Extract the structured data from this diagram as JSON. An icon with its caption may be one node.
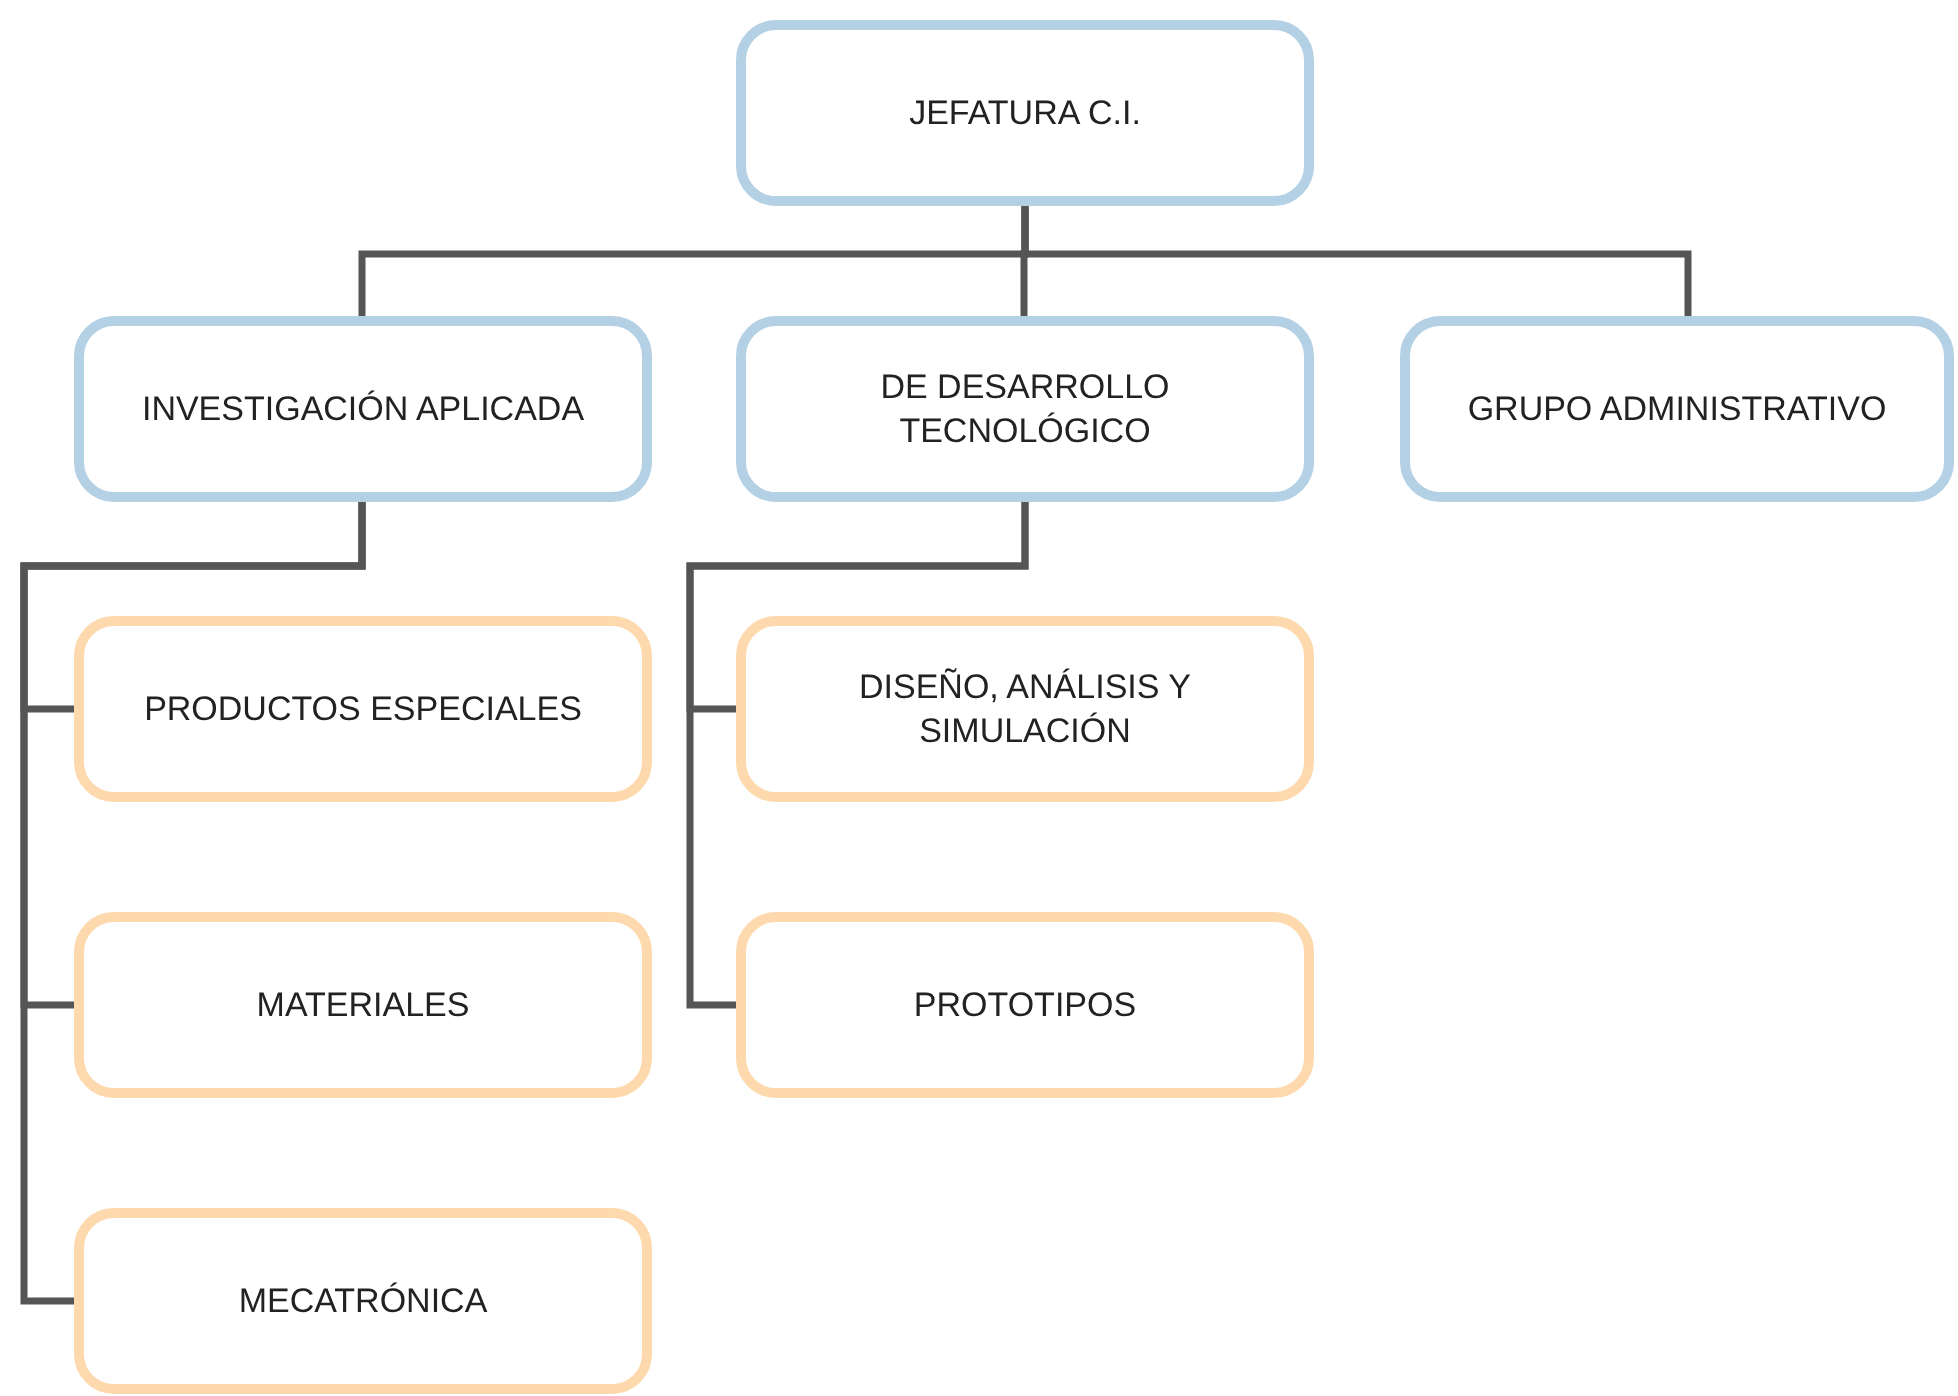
{
  "diagram": {
    "nodes": [
      {
        "text": [
          "JEFATURA C.I."
        ]
      },
      {
        "text": [
          "INVESTIGACIÓN APLICADA"
        ]
      },
      {
        "text": [
          "DE DESARROLLO TECNOLÓGICO"
        ]
      },
      {
        "text": [
          "GRUPO ADMINISTRATIVO"
        ]
      },
      {
        "text": [
          "PRODUCTOS ESPECIALES"
        ]
      },
      {
        "text": [
          "MATERIALES"
        ]
      },
      {
        "text": [
          "MECATRÓNICA"
        ]
      },
      {
        "text": [
          "DISEÑO, ANÁLISIS Y SIMULACIÓN"
        ]
      },
      {
        "text": [
          "PROTOTIPOS"
        ]
      }
    ],
    "edges": [
      {
        "from": 0,
        "to": 1,
        "arrow": "none"
      },
      {
        "from": 0,
        "to": 2,
        "arrow": "none"
      },
      {
        "from": 0,
        "to": 3,
        "arrow": "none"
      },
      {
        "from": 1,
        "to": 4,
        "arrow": "none"
      },
      {
        "from": 1,
        "to": 5,
        "arrow": "none"
      },
      {
        "from": 1,
        "to": 6,
        "arrow": "none"
      },
      {
        "from": 2,
        "to": 7,
        "arrow": "none"
      },
      {
        "from": 2,
        "to": 8,
        "arrow": "none"
      }
    ]
  }
}
